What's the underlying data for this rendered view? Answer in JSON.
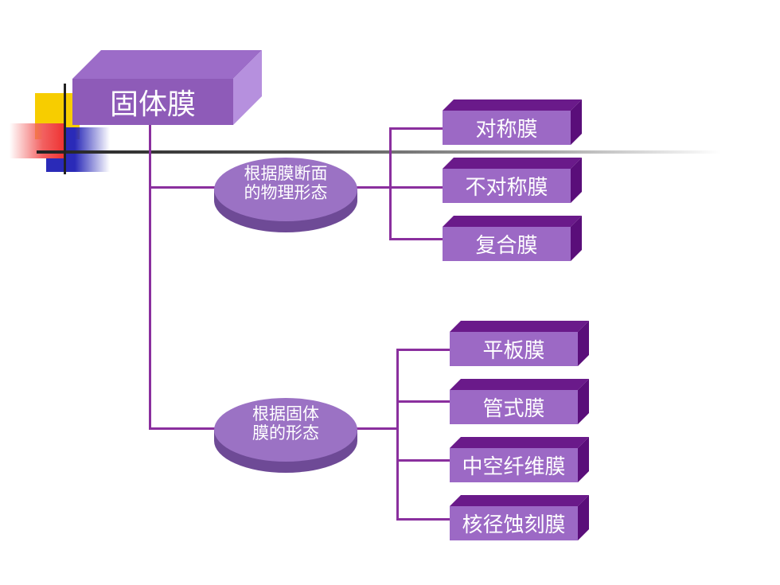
{
  "diagram": {
    "root": {
      "label": "固体膜"
    },
    "groups": [
      {
        "label_lines": [
          "根据膜断面",
          "的物理形态"
        ],
        "children": [
          "对称膜",
          "不对称膜",
          "复合膜"
        ]
      },
      {
        "label_lines": [
          "根据固体",
          "膜的形态"
        ],
        "children": [
          "平板膜",
          "管式膜",
          "中空纤维膜",
          "核径蚀刻膜"
        ]
      }
    ],
    "colors": {
      "box_front": "#9c69c5",
      "box_top": "#6a1a8a",
      "box_side": "#5a0e7a",
      "root_front": "#8e5bb8",
      "root_top": "#9c6cc8",
      "root_side": "#b690de",
      "connector": "#8a2f9e",
      "disc": "#9b72c4",
      "disc_edge": "#6e4a96"
    }
  }
}
